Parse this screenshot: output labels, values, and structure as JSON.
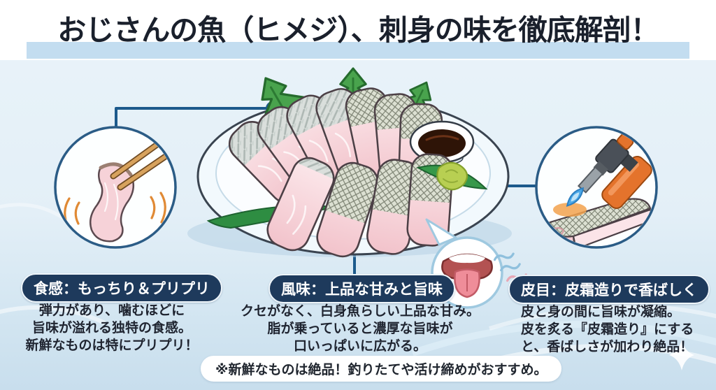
{
  "title": "おじさんの魚（ヒメジ）、刺身の味を徹底解剖！",
  "sections": {
    "texture": {
      "badge": "食感：もっちり＆プリプリ",
      "body": "弾力があり、噛むほどに\n旨味が溢れる独特の食感。\n新鮮なものは特にプリプリ！"
    },
    "flavor": {
      "badge": "風味：上品な甘みと旨味",
      "body": "クセがなく、白身魚らしい上品な甘み。\n脂が乗っていると濃厚な旨味が\n口いっぱいに広がる。"
    },
    "skin": {
      "badge": "皮目：皮霜造りで香ばしく",
      "body": "皮と身の間に旨味が凝縮。\n皮を炙る『皮霜造り』にする\nと、香ばしさが加わり絶品！"
    }
  },
  "note": "※新鮮なものは絶品！釣りたてや活け締めがおすすめ。",
  "illustration": {
    "plate": "sashimi-plate-with-shiso-soy-sauce-and-wasabi",
    "callouts": [
      {
        "icon": "chopsticks-icon",
        "meaning": "texture detail: chopsticks lifting springy sashimi slice"
      },
      {
        "icon": "tongue-icon",
        "meaning": "flavor detail: tongue tasting"
      },
      {
        "icon": "torch-icon",
        "meaning": "skin detail: blow torch searing skin (kawashimo-zukuri)"
      }
    ],
    "decor": [
      "sparkle-icon",
      "wave-lines"
    ]
  },
  "colors": {
    "badge_navy": "#1e3a5c",
    "connector_blue": "#1c5a8c",
    "title_text": "#1a202c",
    "title_underline": "#c3ddf0",
    "background_top": "#eaf4fa",
    "background_bottom": "#c8deed",
    "note_background": "#ffffff",
    "shiso_green": "#49a34d",
    "flesh_pink": "#f2c3cb",
    "torch_orange": "#e4732c"
  }
}
